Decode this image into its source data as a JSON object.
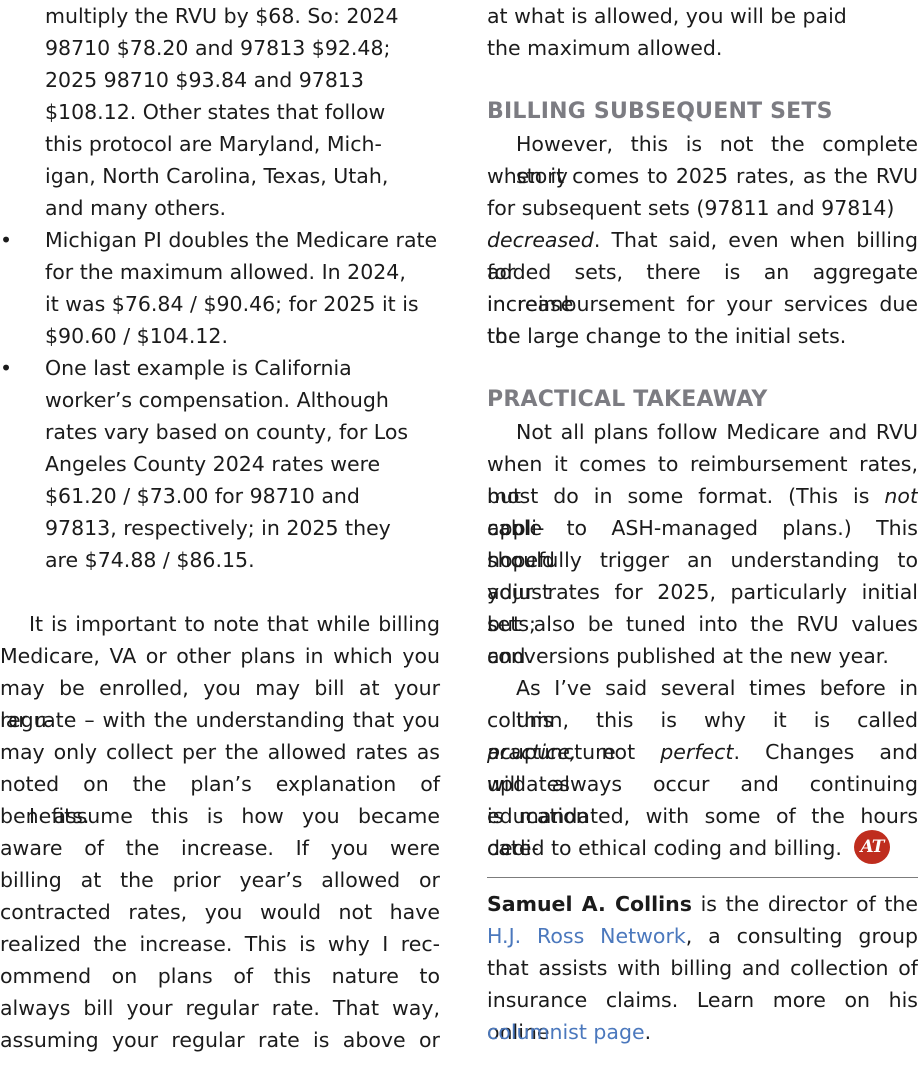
{
  "left_column": {
    "bullet_char": "•",
    "cont_lines": [
      "multiply the RVU by $68. So: 2024",
      "98710 $78.20 and 97813 $92.48;",
      "2025 98710 $93.84 and 97813",
      "$108.12. Other states that follow",
      "this protocol are Maryland, Mich-",
      "igan, North Carolina, Texas, Utah,",
      "and many others."
    ],
    "bullet_michigan": [
      "Michigan PI doubles the Medicare rate",
      "for the maximum allowed. In 2024,",
      "it was $76.84 / $90.46; for 2025 it is",
      "$90.60 / $104.12."
    ],
    "bullet_california": [
      "One last example is California",
      "worker’s compensation. Although",
      "rates vary based on county, for Los",
      "Angeles County 2024 rates were",
      "$61.20 / $73.00 for 98710 and",
      "97813, respectively; in 2025 they",
      "are $74.88 / $86.15."
    ],
    "para1": [
      "It is important to note that while billing",
      "Medicare, VA or other plans in which you",
      "may be enrolled, you may bill at your regu-",
      "lar rate – with the understanding that you",
      "may only collect per the allowed rates as",
      "noted on the plan’s explanation of benefits."
    ],
    "para2": [
      "I assume this is how you became",
      "aware of the increase. If you were",
      "billing at the prior year’s allowed or",
      "contracted rates, you would not have",
      "realized the increase. This is why I rec-",
      "ommend on plans of this nature to",
      "always bill your regular rate. That way,",
      "assuming your regular rate is above or"
    ]
  },
  "right_column": {
    "intro": [
      "at what is allowed, you will be paid",
      "the maximum allowed."
    ],
    "heading_billing": "BILLING SUBSEQUENT SETS",
    "billing": {
      "l1": "However, this is not the complete story",
      "l2": "when it comes to 2025 rates, as the RVU",
      "l3": "for subsequent sets (97811 and 97814)",
      "l4_em": "decreased",
      "l4_rest": ". That said, even when billing for",
      "l5": "added sets, there is an aggregate increase",
      "l6": "in reimbursement for your services due to",
      "l7": "the large change to the initial sets."
    },
    "heading_takeaway": "PRACTICAL TAKEAWAY",
    "takeaway": {
      "l1": "Not all plans follow Medicare and RVU",
      "l2": "when it comes to reimbursement rates, but",
      "l3_pre": "most do in some format. (This is ",
      "l3_em": "not",
      "l3_post": " appli-",
      "l4": "cable to ASH-managed plans.) This should",
      "l5": "hopefully trigger an understanding to adjust",
      "l6": "your rates for 2025, particularly initial sets;",
      "l7": "but also be tuned into the RVU values and",
      "l8": "conversions published at the new year."
    },
    "closing": {
      "l1": "As I’ve said several times before in this",
      "l2": "column, this is why it is called acupuncture",
      "l3_em1": "practice,",
      "l3_mid": " not ",
      "l3_em2": "perfect",
      "l3_post": ". Changes and updates",
      "l4": "will always occur and continuing education",
      "l5": "is mandated, with some of the hours dedi-",
      "l6": "cated to ethical coding and billing."
    },
    "logo_text": "AT",
    "bio": {
      "name": "Samuel A. Collins",
      "l1_rest": " is the director of the",
      "link_network": "H.J. Ross Network",
      "l2_rest": ", a consulting group",
      "l3": "that assists with billing and collection of",
      "l4": "insurance claims. Learn more on his online",
      "link_columnist": "columnist page",
      "end": "."
    }
  }
}
